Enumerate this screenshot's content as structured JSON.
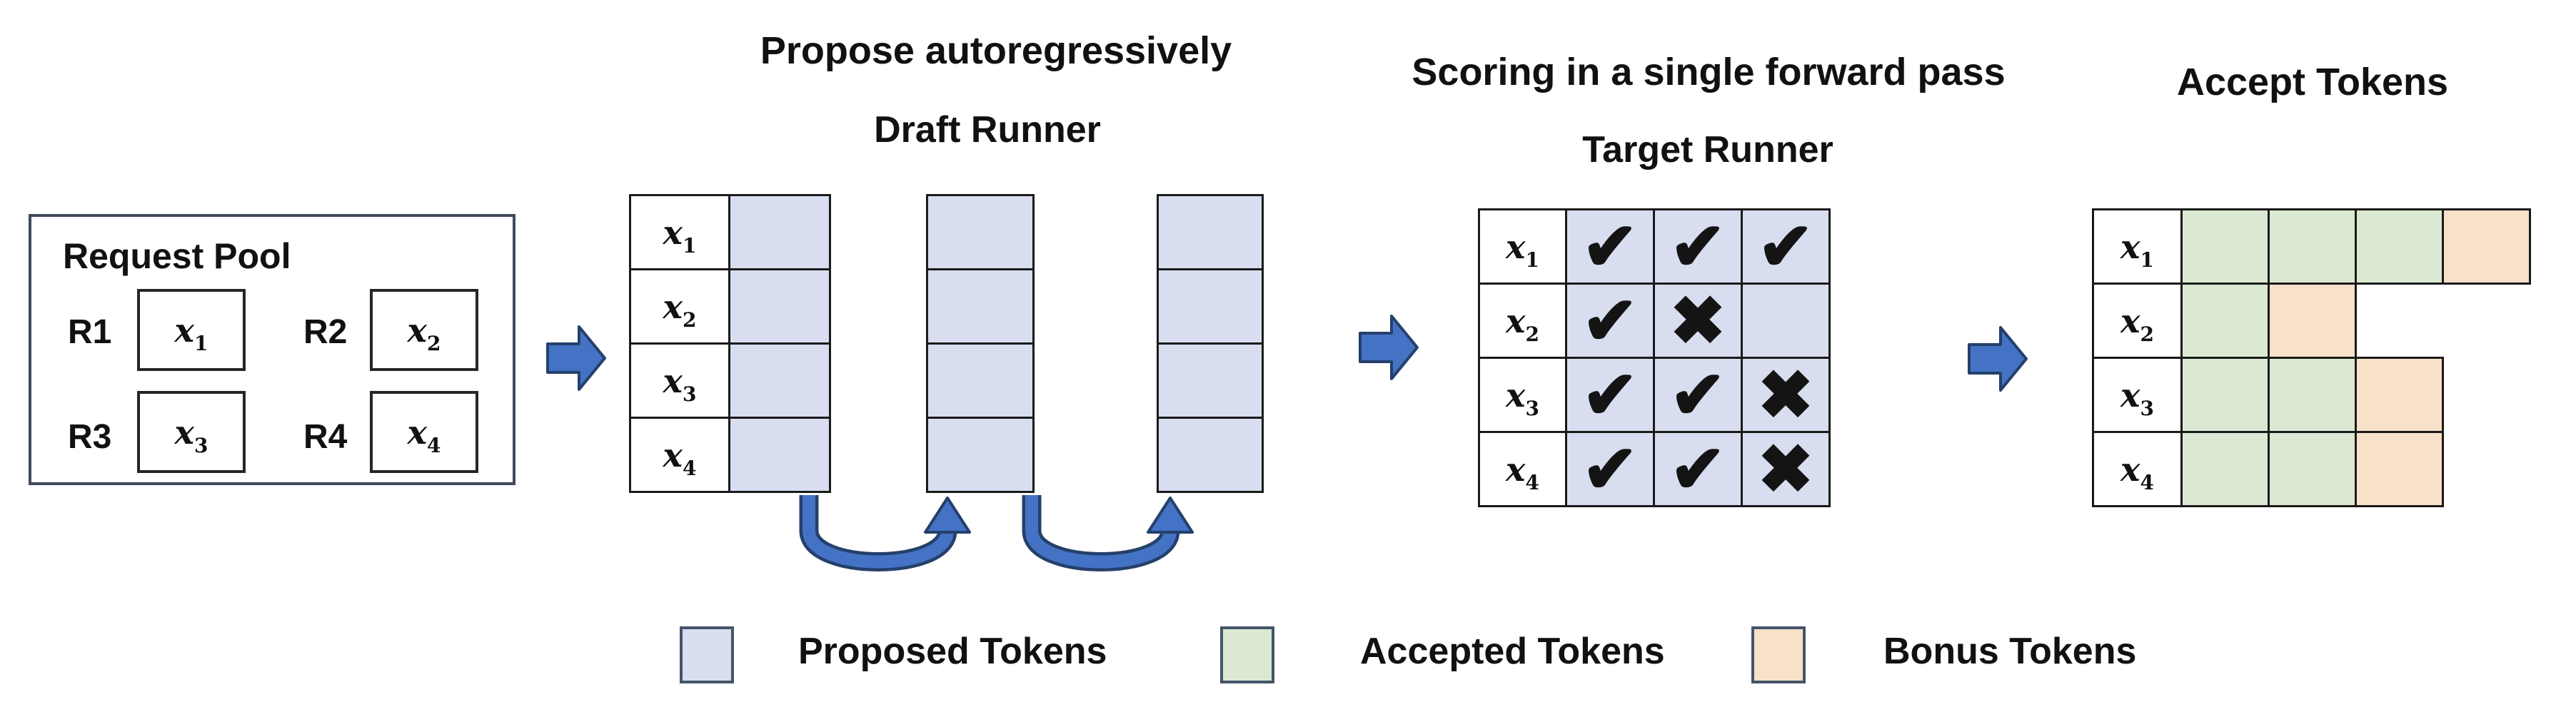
{
  "colors": {
    "proposed": "#D8DEEF",
    "accepted": "#DCE9D2",
    "bonus": "#F7E1C8",
    "arrow_fill": "#4472C4",
    "arrow_outline": "#24406B"
  },
  "request_pool": {
    "title": "Request Pool",
    "requests": [
      {
        "id": "R1",
        "token_base": "x",
        "token_sub": "1"
      },
      {
        "id": "R2",
        "token_base": "x",
        "token_sub": "2"
      },
      {
        "id": "R3",
        "token_base": "x",
        "token_sub": "3"
      },
      {
        "id": "R4",
        "token_base": "x",
        "token_sub": "4"
      }
    ]
  },
  "draft": {
    "heading": "Propose autoregressively",
    "subheading": "Draft Runner",
    "rows": [
      {
        "token_base": "x",
        "token_sub": "1"
      },
      {
        "token_base": "x",
        "token_sub": "2"
      },
      {
        "token_base": "x",
        "token_sub": "3"
      },
      {
        "token_base": "x",
        "token_sub": "4"
      }
    ]
  },
  "target": {
    "heading": "Scoring in a single forward pass",
    "subheading": "Target Runner",
    "rows": [
      {
        "token_base": "x",
        "token_sub": "1",
        "marks": [
          "✔",
          "✔",
          "✔"
        ]
      },
      {
        "token_base": "x",
        "token_sub": "2",
        "marks": [
          "✔",
          "✖",
          ""
        ]
      },
      {
        "token_base": "x",
        "token_sub": "3",
        "marks": [
          "✔",
          "✔",
          "✖"
        ]
      },
      {
        "token_base": "x",
        "token_sub": "4",
        "marks": [
          "✔",
          "✔",
          "✖"
        ]
      }
    ]
  },
  "accept": {
    "heading": "Accept Tokens",
    "rows": [
      {
        "token_base": "x",
        "token_sub": "1",
        "cells": [
          "accepted",
          "accepted",
          "accepted",
          "bonus"
        ]
      },
      {
        "token_base": "x",
        "token_sub": "2",
        "cells": [
          "accepted",
          "bonus"
        ]
      },
      {
        "token_base": "x",
        "token_sub": "3",
        "cells": [
          "accepted",
          "accepted",
          "bonus"
        ]
      },
      {
        "token_base": "x",
        "token_sub": "4",
        "cells": [
          "accepted",
          "accepted",
          "bonus"
        ]
      }
    ]
  },
  "legend": [
    {
      "label": "Proposed Tokens",
      "color": "proposed"
    },
    {
      "label": "Accepted Tokens",
      "color": "accepted"
    },
    {
      "label": "Bonus Tokens",
      "color": "bonus"
    }
  ]
}
